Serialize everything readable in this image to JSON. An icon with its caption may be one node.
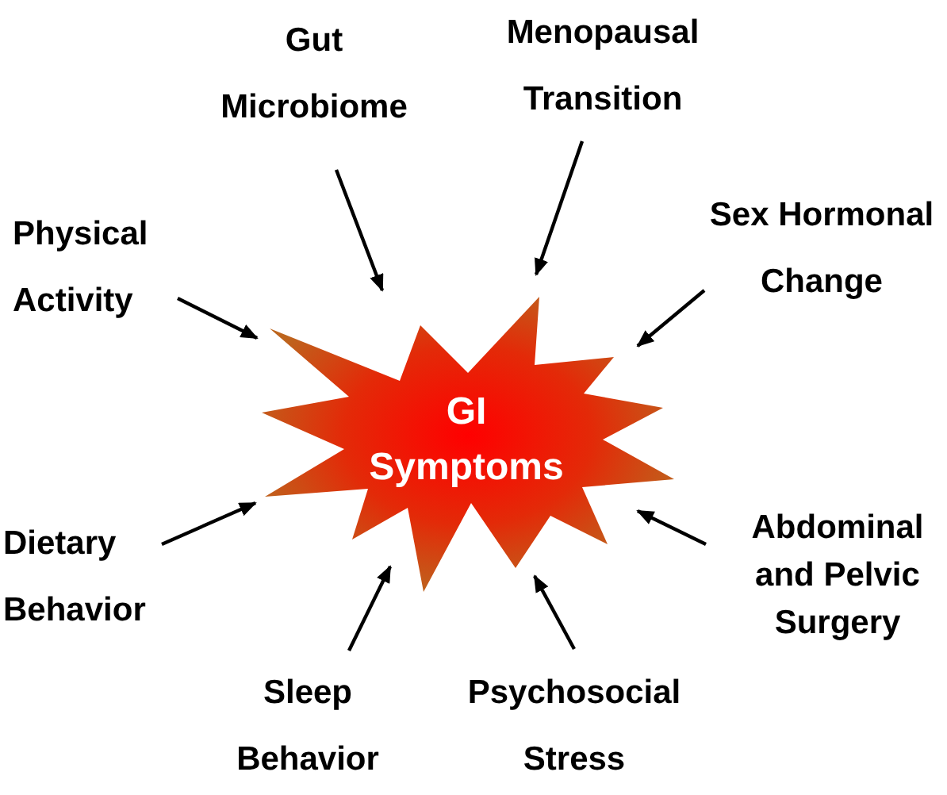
{
  "diagram": {
    "nodes": [
      {
        "text": [
          "GI Symptoms"
        ]
      },
      {
        "text": [
          "Gut Microbiome"
        ]
      },
      {
        "text": [
          "Menopausal Transition"
        ]
      },
      {
        "text": [
          "Physical Activity"
        ]
      },
      {
        "text": [
          "Sex Hormonal Change"
        ]
      },
      {
        "text": [
          "Dietary Behavior"
        ]
      },
      {
        "text": [
          "Abdominal and Pelvic Surgery"
        ]
      },
      {
        "text": [
          "Sleep Behavior"
        ]
      },
      {
        "text": [
          "Psychosocial Stress"
        ]
      }
    ],
    "edges": [
      {
        "from": 1,
        "to": 0,
        "arrow": "to"
      },
      {
        "from": 2,
        "to": 0,
        "arrow": "to"
      },
      {
        "from": 3,
        "to": 0,
        "arrow": "to"
      },
      {
        "from": 4,
        "to": 0,
        "arrow": "to"
      },
      {
        "from": 5,
        "to": 0,
        "arrow": "to"
      },
      {
        "from": 6,
        "to": 0,
        "arrow": "to"
      },
      {
        "from": 7,
        "to": 0,
        "arrow": "to"
      },
      {
        "from": 8,
        "to": 0,
        "arrow": "to"
      }
    ]
  }
}
